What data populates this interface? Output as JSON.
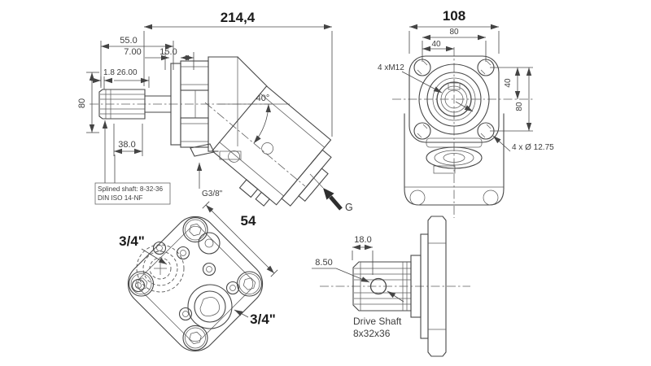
{
  "drawing": {
    "background": "#ffffff",
    "line_color": "#474747",
    "dim_text_color": "#3d3d3d",
    "bold_text_color": "#1b1b1b"
  },
  "side_view": {
    "dim_overall_length": "214,4",
    "dim_front_length": "55.0",
    "dim_flange_thickness": "7.00",
    "dim_pilot_length": "15.0",
    "dim_spline_offset": "1.8",
    "dim_spline_length": "26.00",
    "dim_flange_height": "80",
    "dim_shaft_length": "38.0",
    "dim_bend_angle": "40°",
    "note_line1": "Splined shaft: 8-32-36",
    "note_line2": "DIN ISO 14-NF",
    "port_thread_label": "G3/8\"",
    "view_arrow_label": "G"
  },
  "front_view": {
    "dim_overall_width": "108",
    "dim_bolt_spacing_h": "80",
    "dim_bolt_half_h": "40",
    "dim_bolt_half_v": "40",
    "dim_bolt_spacing_v": "80",
    "callout_threads": "4 xM12",
    "callout_holes": "4 x Ø 12.75"
  },
  "port_view": {
    "dim_port_spacing": "54",
    "port_label_top": "3/4\"",
    "port_label_bottom": "3/4\""
  },
  "shaft_view": {
    "dim_spline_length": "18.0",
    "dim_pin_hole": "8.50",
    "caption_line1": "Drive Shaft",
    "caption_line2": "8x32x36"
  }
}
